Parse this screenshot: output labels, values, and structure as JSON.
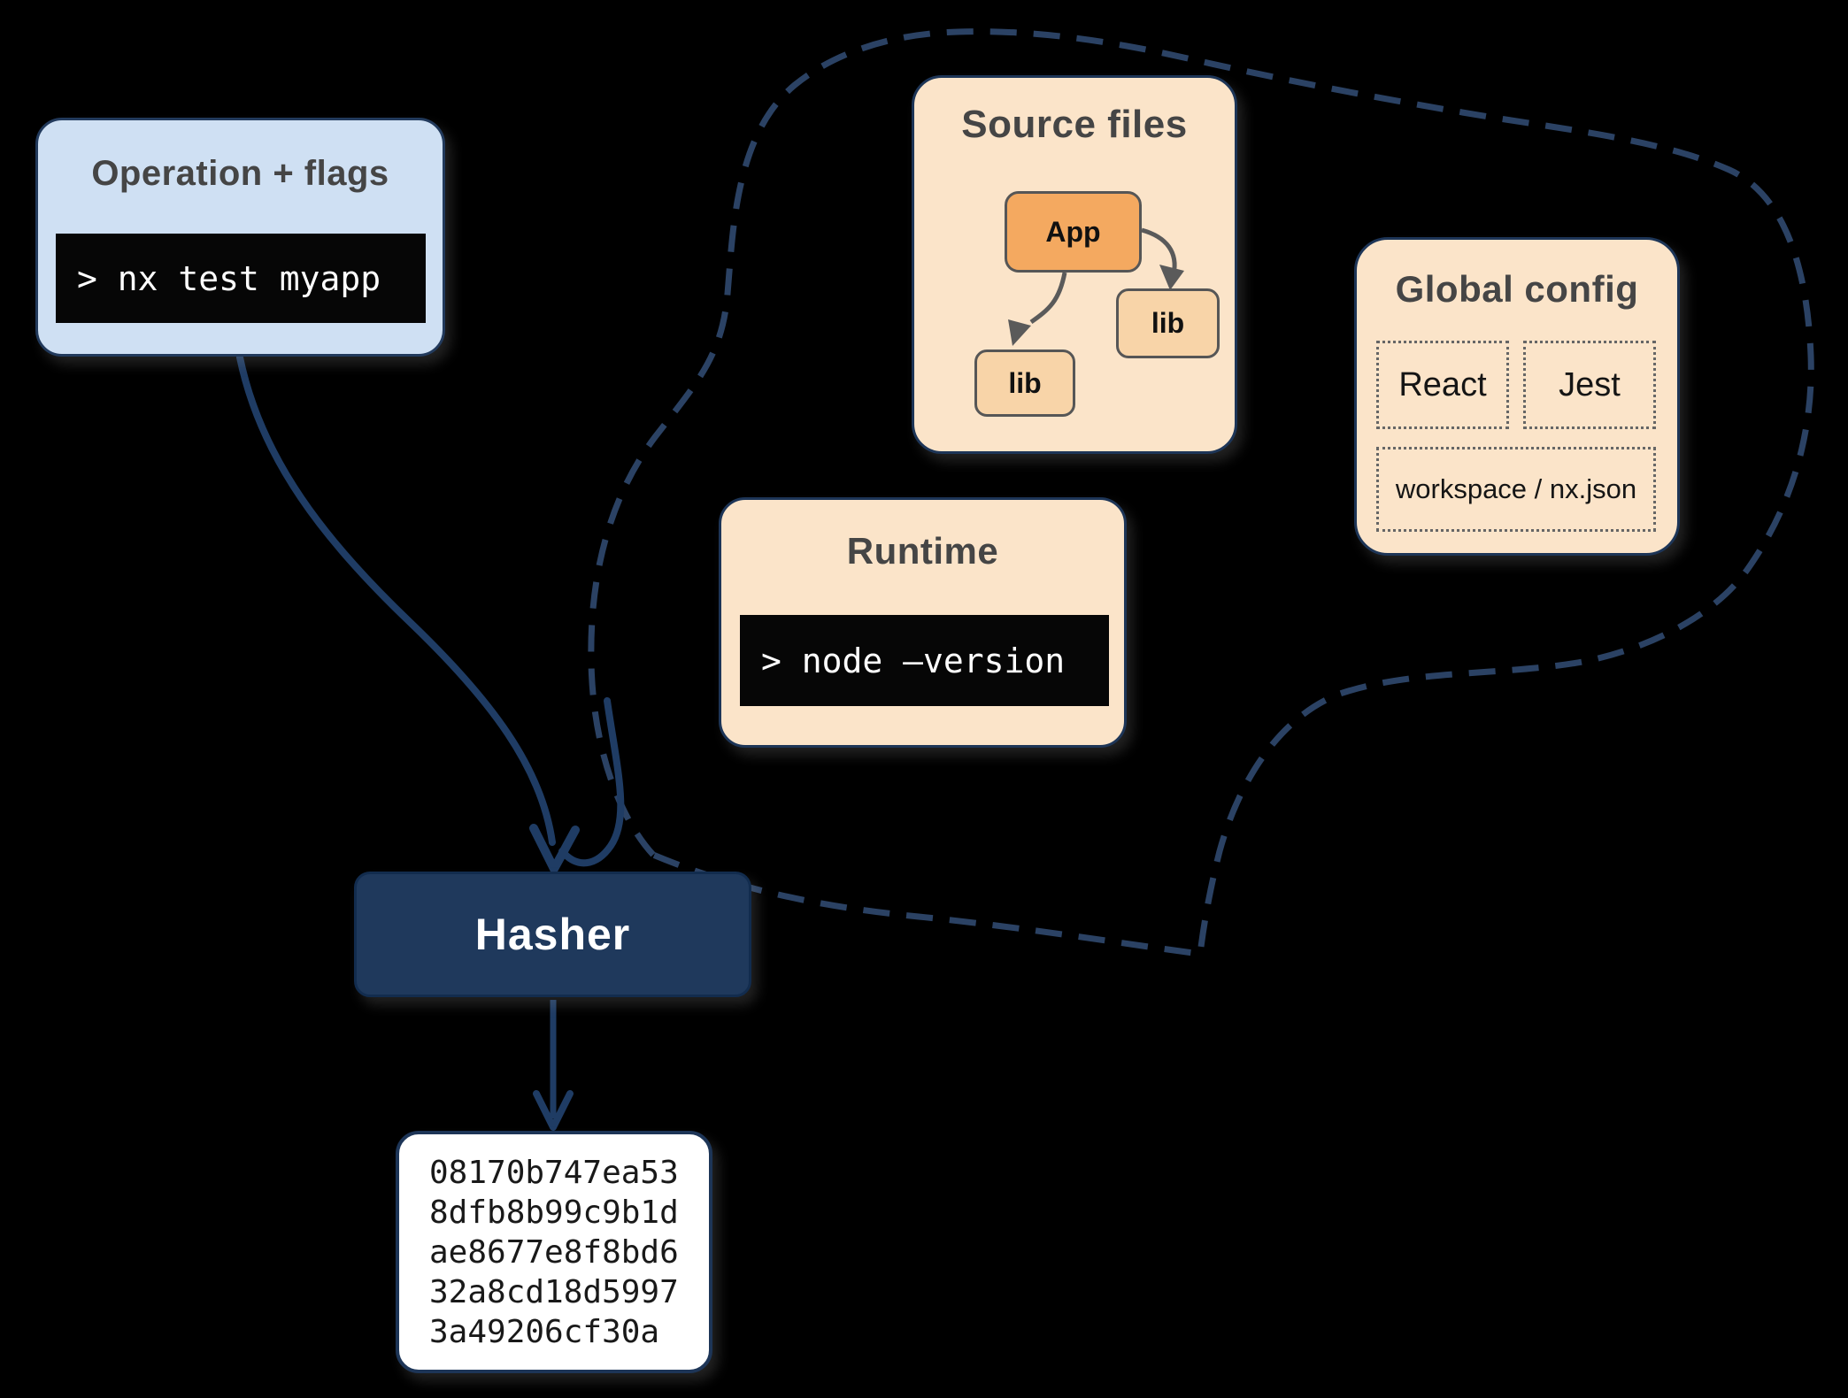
{
  "colors": {
    "background": "#000000",
    "navy_border": "#1d3557",
    "navy_fill": "#1f395c",
    "dashed_cloud": "#2b4264",
    "solid_arrow": "#1f3c64",
    "light_blue": "#cfe0f3",
    "peach": "#fbe4c9",
    "orange_app": "#f4a960",
    "orange_lib": "#f8d4a8",
    "terminal_bg": "#060606",
    "terminal_text": "#ffffff",
    "title_gray": "#454545",
    "inner_arrow_gray": "#5a5a5a",
    "hash_bg": "#ffffff"
  },
  "operation_box": {
    "title": "Operation + flags",
    "command": "> nx test myapp"
  },
  "cloud": {
    "source_files": {
      "title": "Source files",
      "app_label": "App",
      "lib1_label": "lib",
      "lib2_label": "lib"
    },
    "global_config": {
      "title": "Global config",
      "item1": "React",
      "item2": "Jest",
      "item3": "workspace / nx.json"
    },
    "runtime": {
      "title": "Runtime",
      "command": "> node –version"
    }
  },
  "hasher_box": {
    "title": "Hasher"
  },
  "hash_output": {
    "lines": [
      "08170b747ea53",
      "8dfb8b99c9b1d",
      "ae8677e8f8bd6",
      "32a8cd18d5997",
      "3a49206cf30a"
    ]
  }
}
